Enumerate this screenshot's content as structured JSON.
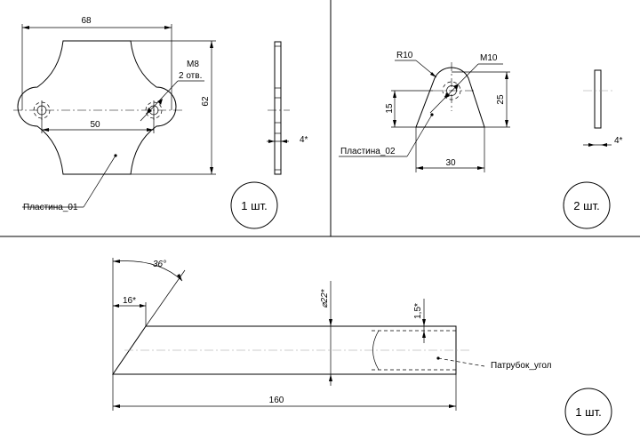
{
  "plate01": {
    "dim_width": "68",
    "dim_hole_spacing": "50",
    "dim_height": "62",
    "thread_label": "M8",
    "holes_label": "2 отв.",
    "part_name": "Пластина_01",
    "thickness": "4*",
    "quantity": "1 шт."
  },
  "plate02": {
    "radius_label": "R10",
    "thread_label": "M10",
    "dim_hole_height": "15",
    "dim_height": "25",
    "dim_width": "30",
    "part_name": "Пластина_02",
    "thickness": "4*",
    "quantity": "2 шт."
  },
  "tube": {
    "angle_label": "36°",
    "dim_cut": "16*",
    "diameter_label": "⌀22*",
    "wall_label": "1,5*",
    "dim_length": "160",
    "part_name": "Патрубок_угол",
    "quantity": "1 шт."
  }
}
